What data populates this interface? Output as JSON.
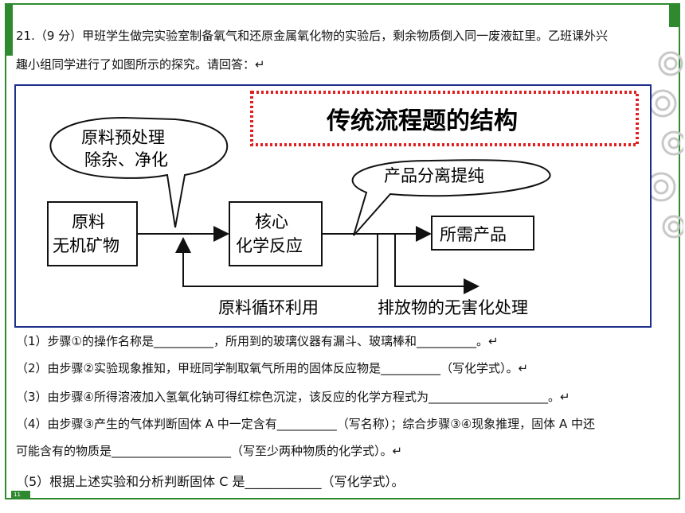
{
  "question": {
    "line1": "21.（9 分）甲班学生做完实验室制备氧气和还原金属氧化物的实验后，剩余物质倒入同一废液缸里。乙班课外兴",
    "line2": "趣小组同学进行了如图所示的探究。请回答：↵"
  },
  "diagram": {
    "title": "传统流程题的结构",
    "pretreatment": {
      "line1": "原料预处理",
      "line2": "除杂、净化"
    },
    "raw": {
      "line1": "原料",
      "line2": "无机矿物"
    },
    "core": {
      "line1": "核心",
      "line2": "化学反应"
    },
    "separation": "产品分离提纯",
    "product": "所需产品",
    "recycle": "原料循环利用",
    "waste": "排放物的无害化处理"
  },
  "sub_questions": [
    "（1）步骤①的操作名称是__________，所用到的玻璃仪器有漏斗、玻璃棒和__________。↵",
    "（2）由步骤②实验现象推知，甲班同学制取氧气所用的固体反应物是__________（写化学式）。↵",
    "（3）由步骤④所得溶液加入氢氧化钠可得红棕色沉淀，该反应的化学方程式为____________________。↵",
    "（4）由步骤③产生的气体判断固体 A 中一定含有__________（写名称）；综合步骤③④现象推理，固体 A 中还",
    "可能含有的物质是____________________（写至少两种物质的化学式）。↵",
    "（5）根据上述实验和分析判断固体 C 是____________（写化学式）。"
  ],
  "page_number": "11",
  "colors": {
    "border_green": "#2f8a2f",
    "diagram_border": "#1e2f8c",
    "title_dots": "#e02020"
  }
}
